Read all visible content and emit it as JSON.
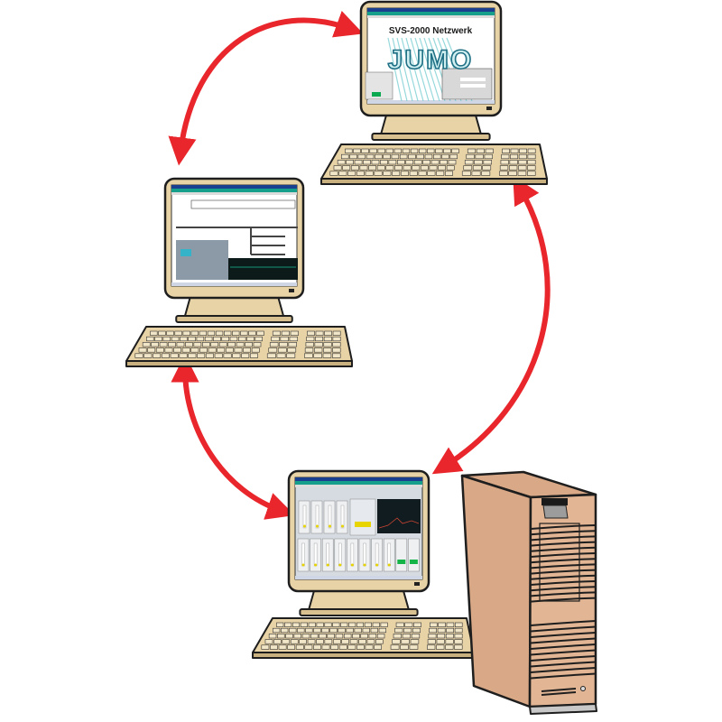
{
  "diagram": {
    "type": "network-topology",
    "nodes": [
      {
        "id": "workstation-top",
        "screen": "logo-screen",
        "screen_title": "SVS-2000 Netzwerk",
        "logo_text": "JUMO"
      },
      {
        "id": "workstation-middle",
        "screen": "process-diagram"
      },
      {
        "id": "workstation-bottom",
        "screen": "bar-graph-overview",
        "attached": "server-tower"
      }
    ],
    "links": [
      {
        "from": "workstation-top",
        "to": "workstation-middle",
        "direction": "bidirectional"
      },
      {
        "from": "workstation-top",
        "to": "workstation-bottom",
        "direction": "bidirectional"
      },
      {
        "from": "workstation-middle",
        "to": "workstation-bottom",
        "direction": "bidirectional"
      }
    ],
    "colors": {
      "arrow": "#e8262b",
      "casing": "#e8d3a6",
      "tower": "#e2b594",
      "logo": "#1f6f85"
    }
  }
}
